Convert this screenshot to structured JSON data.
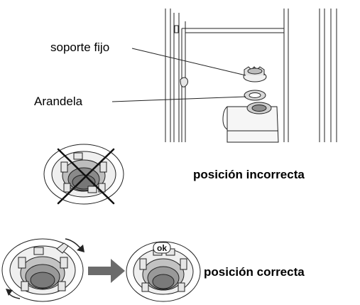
{
  "labels": {
    "fixed_support": "soporte fijo",
    "washer": "Arandela",
    "wrong_position": "posición incorrecta",
    "correct_position": "posición correcta",
    "ok_mark": "ok"
  },
  "colors": {
    "line": "#222222",
    "light_gray": "#cfcfcf",
    "mid_gray": "#9a9a9a",
    "dark_gray": "#6e6e6e",
    "arrow_gray": "#6b6b6b"
  },
  "icons": [
    "appliance-door-hinge-illustration",
    "wrong-ring-cross-icon",
    "rotate-arrow-icon",
    "right-arrow-icon",
    "correct-ring-ok-icon"
  ]
}
